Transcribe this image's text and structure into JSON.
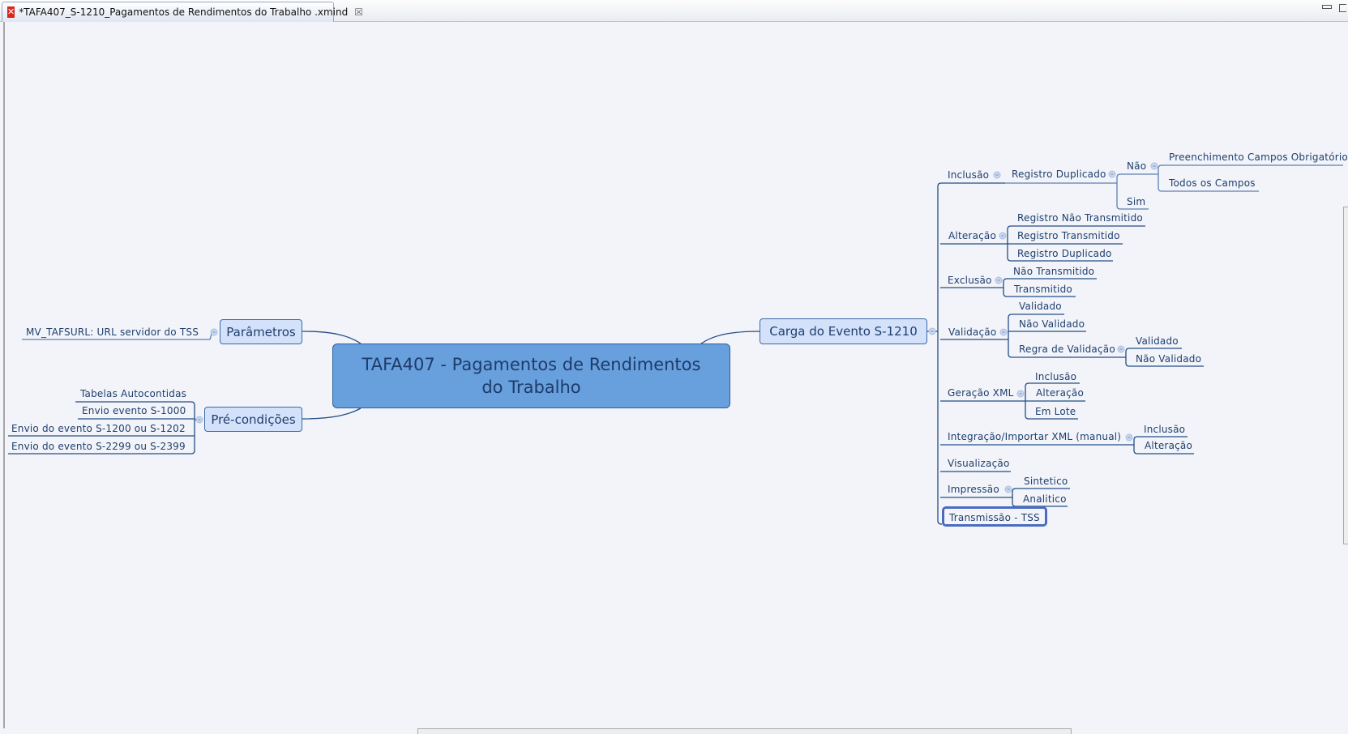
{
  "tab": {
    "icon": "xmind-icon",
    "title": "*TAFA407_S-1210_Pagamentos de Rendimentos do Trabalho .xmind",
    "close": "☒"
  },
  "map": {
    "central": "TAFA407 - Pagamentos de Rendimentos do Trabalho",
    "parametros": {
      "label": "Parâmetros",
      "children": [
        "MV_TAFSURL: URL servidor do TSS"
      ]
    },
    "precondicoes": {
      "label": "Pré-condições",
      "children": [
        "Tabelas Autocontidas",
        "Envio evento S-1000",
        "Envio do evento S-1200 ou S-1202",
        "Envio do evento S-2299 ou S-2399"
      ]
    },
    "carga": {
      "label": "Carga do Evento S-1210",
      "inclusao": {
        "label": "Inclusão",
        "registro": "Registro Duplicado",
        "nao": "Não",
        "nao_children": [
          "Preenchimento Campos Obrigatório",
          "Todos os Campos"
        ],
        "sim": "Sim"
      },
      "alteracao": {
        "label": "Alteração",
        "children": [
          "Registro Não Transmitido",
          "Registro Transmitido",
          "Registro Duplicado"
        ]
      },
      "exclusao": {
        "label": "Exclusão",
        "children": [
          "Não Transmitido",
          "Transmitido"
        ]
      },
      "validacao": {
        "label": "Validação",
        "children": [
          "Validado",
          "Não Validado",
          "Regra de Validação"
        ],
        "regra_children": [
          "Validado",
          "Não Validado"
        ]
      },
      "geracao": {
        "label": "Geração XML",
        "children": [
          "Inclusão",
          "Alteração",
          "Em Lote"
        ]
      },
      "integracao": {
        "label": "Integração/Importar XML (manual)",
        "children": [
          "Inclusão",
          "Alteração"
        ]
      },
      "visualizacao": {
        "label": "Visualização"
      },
      "impressao": {
        "label": "Impressão",
        "children": [
          "Sintetico",
          "Analitico"
        ]
      },
      "transmissao": {
        "label": "Transmissão - TSS"
      }
    }
  }
}
